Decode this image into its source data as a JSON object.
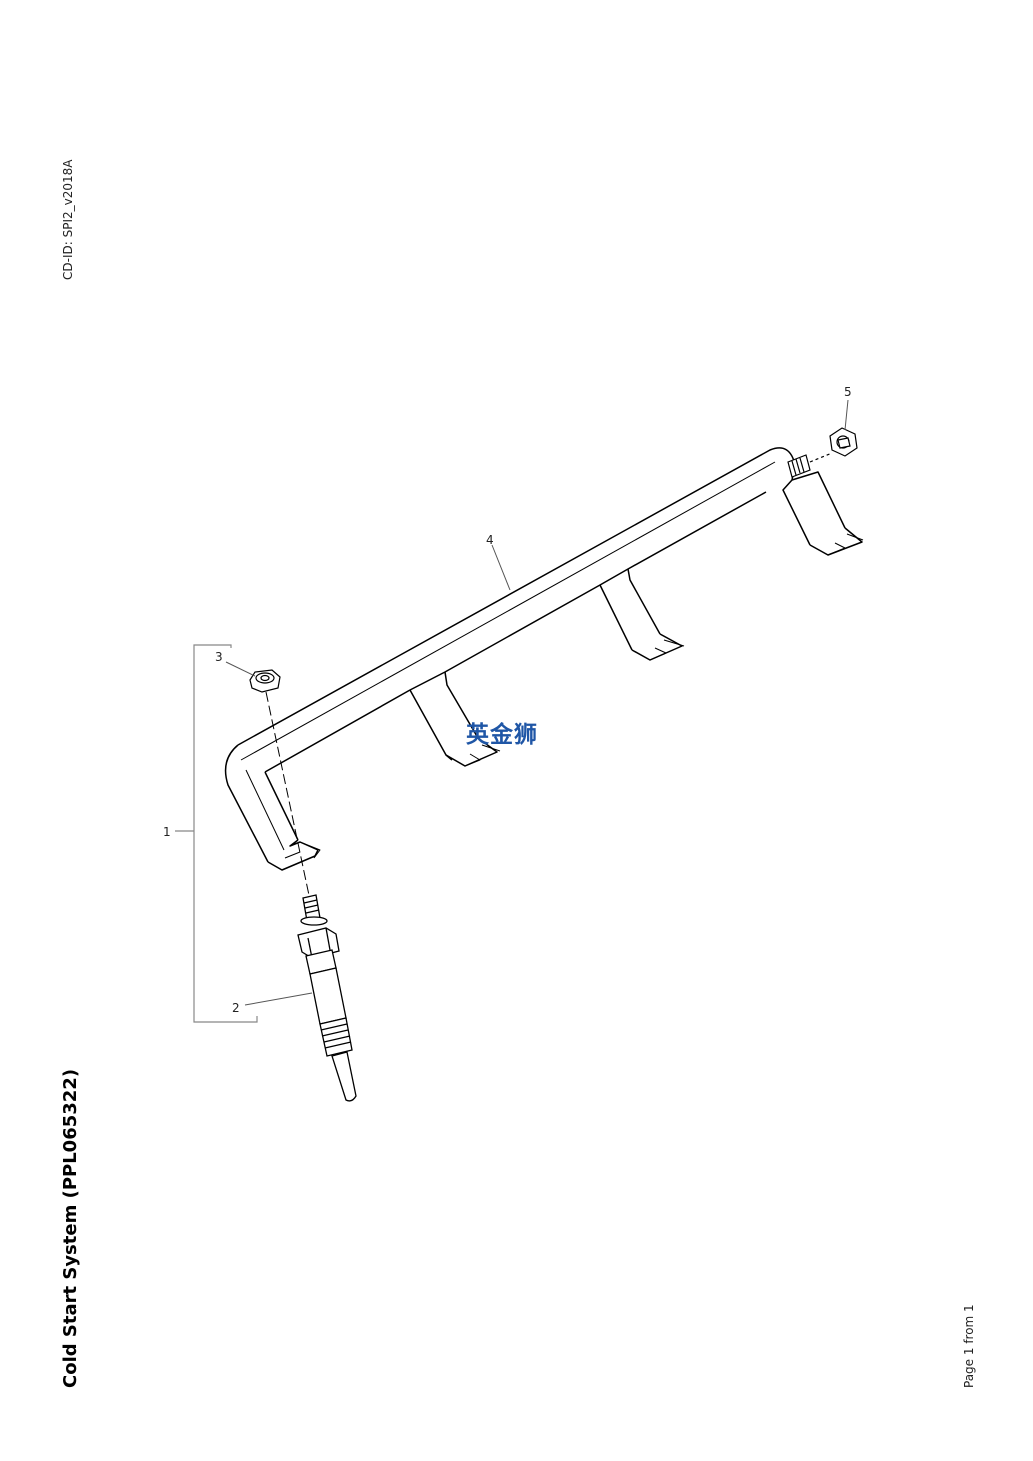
{
  "header": {
    "cd_id": "CD-ID: SPI2_v2018A"
  },
  "footer": {
    "title": "Cold Start System (PPL065322)",
    "page": "Page 1 from 1"
  },
  "watermark": {
    "text": "英金狮",
    "color": "#1f56a6"
  },
  "callouts": {
    "c1": "1",
    "c2": "2",
    "c3": "3",
    "c4": "4",
    "c5": "5"
  }
}
